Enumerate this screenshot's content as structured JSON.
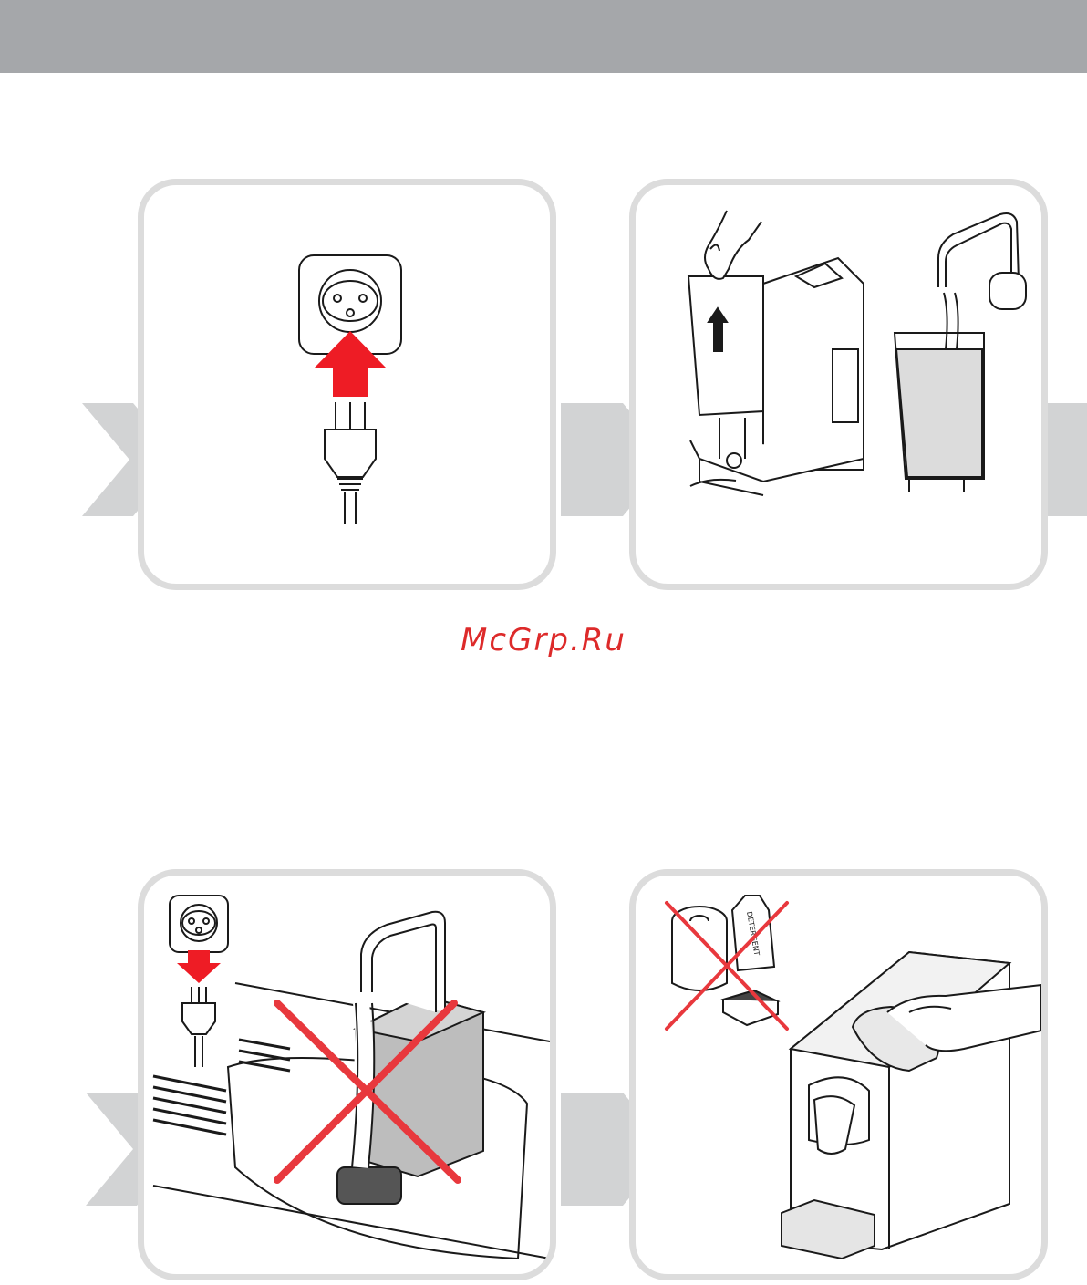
{
  "watermark": {
    "text": "McGrp.Ru",
    "color": "#dd2a2a"
  },
  "colors": {
    "header_bar": "#a5a7aa",
    "panel_border": "#dcdcdc",
    "chevron": "#d2d3d4",
    "accent_red": "#ee1c25",
    "cross_red": "#e8383d",
    "line": "#1a1a1a"
  },
  "panels": [
    {
      "step": "plug-in-power",
      "icons": [
        "socket-icon",
        "up-arrow-icon",
        "plug-icon"
      ]
    },
    {
      "step": "fill-water-tank",
      "icons": [
        "machine-icon",
        "water-tank-icon",
        "faucet-icon"
      ]
    },
    {
      "step": "unplug-no-water-immersion",
      "icons": [
        "socket-icon",
        "down-arrow-icon",
        "plug-icon",
        "sink-icon",
        "cross-icon"
      ]
    },
    {
      "step": "wipe-with-damp-cloth",
      "icons": [
        "paper-roll-icon",
        "detergent-bottle-icon",
        "sponge-icon",
        "cross-icon",
        "hand-cloth-icon",
        "machine-icon"
      ]
    }
  ],
  "detergent_label": "DETERGENT"
}
